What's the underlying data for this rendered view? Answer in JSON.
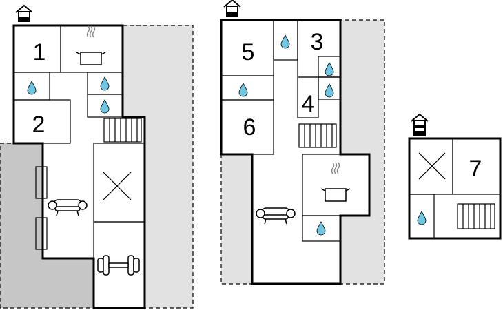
{
  "colors": {
    "terrace": "#e2e2e2",
    "garden": "#c6c6c6",
    "water": "#6fc6e2",
    "wall": "#000000",
    "floor": "#ffffff"
  },
  "plans": [
    {
      "name": "plan-1",
      "rooms": [
        "1",
        "2"
      ],
      "icons": [
        "house-icon",
        "stove-icon",
        "water-drop-icon",
        "stairs-icon",
        "cross-icon",
        "sofa-icon",
        "dumbbell-icon",
        "radiator-icon"
      ]
    },
    {
      "name": "plan-2",
      "rooms": [
        "5",
        "6",
        "3",
        "4"
      ],
      "icons": [
        "house-icon",
        "water-drop-icon",
        "stairs-icon",
        "stove-icon",
        "sofa-icon"
      ]
    },
    {
      "name": "plan-3",
      "rooms": [
        "7"
      ],
      "icons": [
        "house-icon",
        "cross-icon",
        "water-drop-icon",
        "stairs-icon"
      ]
    }
  ]
}
